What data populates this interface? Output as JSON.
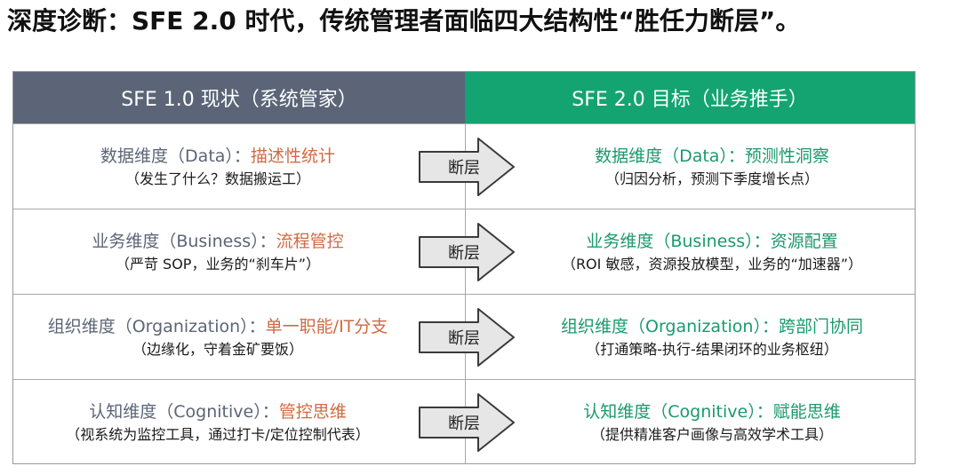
{
  "title": "深度诊断：SFE 2.0 时代，传统管理者面临四大结构性“胜任力断层”。",
  "colors": {
    "left_header_bg": "#5b6577",
    "right_header_bg": "#13a472",
    "left_dimension_text": "#5b6577",
    "left_value_text": "#d06a42",
    "right_text": "#1a9a6c",
    "arrow_fill": "#e6e6e6",
    "arrow_stroke": "#3a3a3a"
  },
  "headers": {
    "left": "SFE 1.0 现状（系统管家）",
    "right": "SFE 2.0 目标（业务推手）"
  },
  "rows": [
    {
      "left": {
        "dimension": "数据维度（Data）",
        "separator": "：",
        "value": "描述性统计",
        "sub": "（发生了什么？数据搬运工）"
      },
      "arrow": {
        "icon": "right-arrow-icon",
        "label": "断层"
      },
      "right": {
        "title": "数据维度（Data）：预测性洞察",
        "sub": "（归因分析，预测下季度增长点）"
      }
    },
    {
      "left": {
        "dimension": "业务维度（Business）",
        "separator": "：",
        "value": "流程管控",
        "sub": "（严苛 SOP，业务的“刹车片”）"
      },
      "arrow": {
        "icon": "right-arrow-icon",
        "label": "断层"
      },
      "right": {
        "title": "业务维度（Business）：资源配置",
        "sub": "（ROI 敏感，资源投放模型，业务的“加速器”）"
      }
    },
    {
      "left": {
        "dimension": "组织维度（Organization）",
        "separator": "：",
        "value": "单一职能/IT分支",
        "sub": "（边缘化，守着金矿要饭）"
      },
      "arrow": {
        "icon": "right-arrow-icon",
        "label": "断层"
      },
      "right": {
        "title": "组织维度（Organization）：跨部门协同",
        "sub": "（打通策略-执行-结果闭环的业务枢纽）"
      }
    },
    {
      "left": {
        "dimension": "认知维度（Cognitive）",
        "separator": "：",
        "value": "管控思维",
        "sub": "（视系统为监控工具，通过打卡/定位控制代表）"
      },
      "arrow": {
        "icon": "right-arrow-icon",
        "label": "断层"
      },
      "right": {
        "title": "认知维度（Cognitive）：赋能思维",
        "sub": "（提供精准客户画像与高效学术工具）"
      }
    }
  ]
}
